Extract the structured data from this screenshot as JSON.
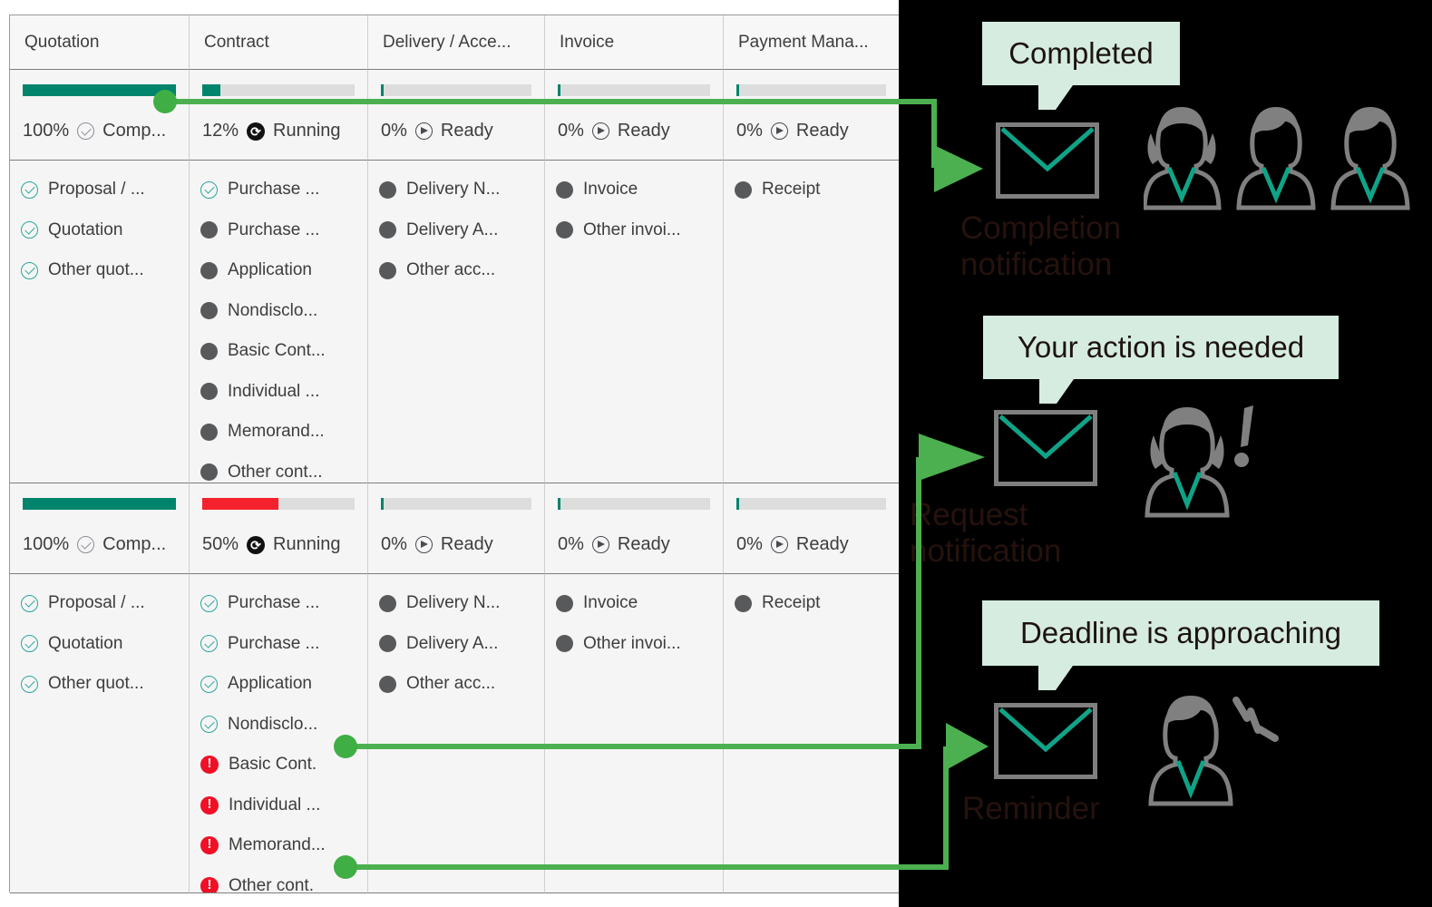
{
  "table": {
    "columns": [
      "Quotation",
      "Contract",
      "Delivery / Acce...",
      "Invoice",
      "Payment Mana..."
    ],
    "rows": [
      {
        "status": [
          {
            "percent": "100%",
            "label": "Comp...",
            "icon": "check-circle-icon",
            "fill": 100,
            "color": "#00846c"
          },
          {
            "percent": "12%",
            "label": "Running",
            "icon": "running-icon",
            "fill": 12,
            "color": "#00846c"
          },
          {
            "percent": "0%",
            "label": "Ready",
            "icon": "ready-play-icon",
            "fill": 2,
            "color": "#00846c"
          },
          {
            "percent": "0%",
            "label": "Ready",
            "icon": "ready-play-icon",
            "fill": 2,
            "color": "#00846c"
          },
          {
            "percent": "0%",
            "label": "Ready",
            "icon": "ready-play-icon",
            "fill": 2,
            "color": "#00846c"
          }
        ],
        "items": [
          [
            {
              "text": "Proposal / ...",
              "state": "done"
            },
            {
              "text": "Quotation",
              "state": "done"
            },
            {
              "text": "Other quot...",
              "state": "done"
            }
          ],
          [
            {
              "text": "Purchase ...",
              "state": "done"
            },
            {
              "text": "Purchase ...",
              "state": "pending"
            },
            {
              "text": "Application",
              "state": "pending"
            },
            {
              "text": "Nondisclo...",
              "state": "pending"
            },
            {
              "text": "Basic Cont...",
              "state": "pending"
            },
            {
              "text": "Individual ...",
              "state": "pending"
            },
            {
              "text": "Memorand...",
              "state": "pending"
            },
            {
              "text": "Other cont...",
              "state": "pending"
            }
          ],
          [
            {
              "text": "Delivery N...",
              "state": "pending"
            },
            {
              "text": "Delivery A...",
              "state": "pending"
            },
            {
              "text": "Other acc...",
              "state": "pending"
            }
          ],
          [
            {
              "text": "Invoice",
              "state": "pending"
            },
            {
              "text": "Other invoi...",
              "state": "pending"
            }
          ],
          [
            {
              "text": "Receipt",
              "state": "pending"
            }
          ]
        ]
      },
      {
        "status": [
          {
            "percent": "100%",
            "label": "Comp...",
            "icon": "check-circle-icon",
            "fill": 100,
            "color": "#00846c"
          },
          {
            "percent": "50%",
            "label": "Running",
            "icon": "running-icon",
            "fill": 50,
            "color": "#f5222d"
          },
          {
            "percent": "0%",
            "label": "Ready",
            "icon": "ready-play-icon",
            "fill": 2,
            "color": "#00846c"
          },
          {
            "percent": "0%",
            "label": "Ready",
            "icon": "ready-play-icon",
            "fill": 2,
            "color": "#00846c"
          },
          {
            "percent": "0%",
            "label": "Ready",
            "icon": "ready-play-icon",
            "fill": 2,
            "color": "#00846c"
          }
        ],
        "items": [
          [
            {
              "text": "Proposal / ...",
              "state": "done"
            },
            {
              "text": "Quotation",
              "state": "done"
            },
            {
              "text": "Other quot...",
              "state": "done"
            }
          ],
          [
            {
              "text": "Purchase ...",
              "state": "done"
            },
            {
              "text": "Purchase ...",
              "state": "done"
            },
            {
              "text": "Application",
              "state": "done"
            },
            {
              "text": "Nondisclo...",
              "state": "done"
            },
            {
              "text": "Basic Cont.",
              "state": "alert"
            },
            {
              "text": "Individual ...",
              "state": "alert"
            },
            {
              "text": "Memorand...",
              "state": "alert"
            },
            {
              "text": "Other cont.",
              "state": "alert"
            }
          ],
          [
            {
              "text": "Delivery N...",
              "state": "pending"
            },
            {
              "text": "Delivery A...",
              "state": "pending"
            },
            {
              "text": "Other acc...",
              "state": "pending"
            }
          ],
          [
            {
              "text": "Invoice",
              "state": "pending"
            },
            {
              "text": "Other invoi...",
              "state": "pending"
            }
          ],
          [
            {
              "text": "Receipt",
              "state": "pending"
            }
          ]
        ]
      }
    ]
  },
  "panel": {
    "background": "#000000",
    "accent_green": "#4cb050",
    "callout_bg": "#d6ece0",
    "notifications": [
      {
        "callout": "Completed",
        "title": "Completion\nnotification",
        "icon": "envelope-icon",
        "people": 3,
        "mood": "neutral"
      },
      {
        "callout": "Your action is needed",
        "title": "Request\nnotification",
        "icon": "envelope-icon",
        "people": 1,
        "mood": "exclaim"
      },
      {
        "callout": "Deadline is approaching",
        "title": "Reminder",
        "icon": "envelope-icon",
        "people": 1,
        "mood": "alert-lines"
      }
    ]
  }
}
